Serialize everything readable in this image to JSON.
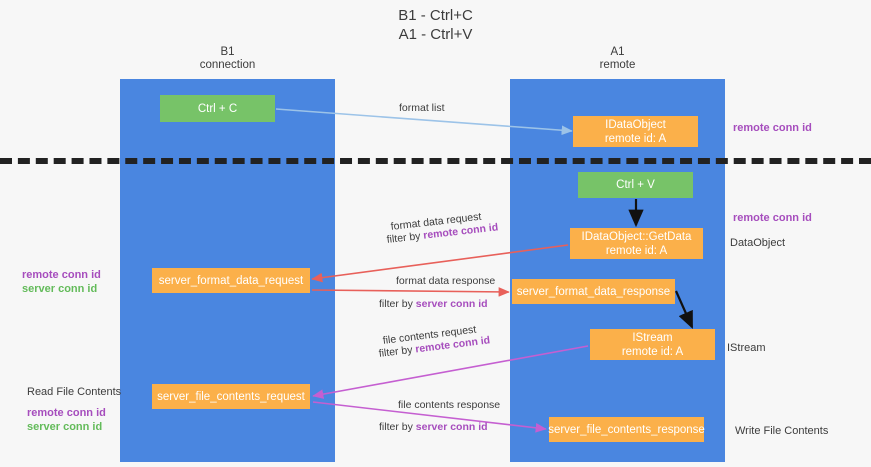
{
  "title": {
    "line1": "B1 - Ctrl+C",
    "line2": "A1 - Ctrl+V"
  },
  "columns": [
    {
      "name": "B1",
      "role": "connection"
    },
    {
      "name": "A1",
      "role": "remote"
    }
  ],
  "nodes": {
    "ctrl_c": {
      "label": "Ctrl + C",
      "color": "#77c368"
    },
    "idataobject": {
      "label": "IDataObject",
      "sub": "remote id: A",
      "color": "#fbb04a"
    },
    "ctrl_v": {
      "label": "Ctrl + V",
      "color": "#77c368"
    },
    "getdata": {
      "label": "IDataObject::GetData",
      "sub": "remote id: A",
      "color": "#fbb04a"
    },
    "server_format_data_request": {
      "label": "server_format_data_request",
      "color": "#fbb04a"
    },
    "server_format_data_response": {
      "label": "server_format_data_response",
      "color": "#fbb04a"
    },
    "istream": {
      "label": "IStream",
      "sub": "remote id: A",
      "color": "#fbb04a"
    },
    "server_file_contents_request": {
      "label": "server_file_contents_request",
      "color": "#fbb04a"
    },
    "server_file_contents_response": {
      "label": "server_file_contents_response",
      "color": "#fbb04a"
    }
  },
  "edge_labels": {
    "format_list": "format list",
    "format_data_request": "format data request",
    "format_data_request_filter_prefix": "filter by ",
    "format_data_request_filter_key": "remote conn id",
    "format_data_response": "format data response",
    "format_data_response_filter_prefix": "filter by ",
    "format_data_response_filter_key": "server conn id",
    "file_contents_request": "file contents request",
    "file_contents_request_filter_prefix": "filter by ",
    "file_contents_request_filter_key": "remote conn id",
    "file_contents_response": "file contents response",
    "file_contents_response_filter_prefix": "filter by ",
    "file_contents_response_filter_key": "server conn id"
  },
  "annotations": {
    "right_remote_conn_id_top": "remote conn id",
    "right_remote_conn_id_mid": "remote conn id",
    "right_dataobject": "DataObject",
    "right_istream": "IStream",
    "right_write_file_contents": "Write File Contents",
    "left_mid_remote": "remote conn id",
    "left_mid_server": "server conn id",
    "left_bot_read": "Read File Contents",
    "left_bot_remote": "remote conn id",
    "left_bot_server": "server conn id"
  },
  "colors": {
    "lane_blue": "#4a86e0",
    "green_box": "#77c368",
    "orange_box": "#fbb04a",
    "purple_text": "#a64dbd",
    "green_text": "#63bb5a",
    "arrow_blue": "#9cc3e8",
    "arrow_red": "#e8605a",
    "arrow_magenta": "#c55fd1",
    "arrow_black": "#111111",
    "background": "#f7f7f7"
  }
}
